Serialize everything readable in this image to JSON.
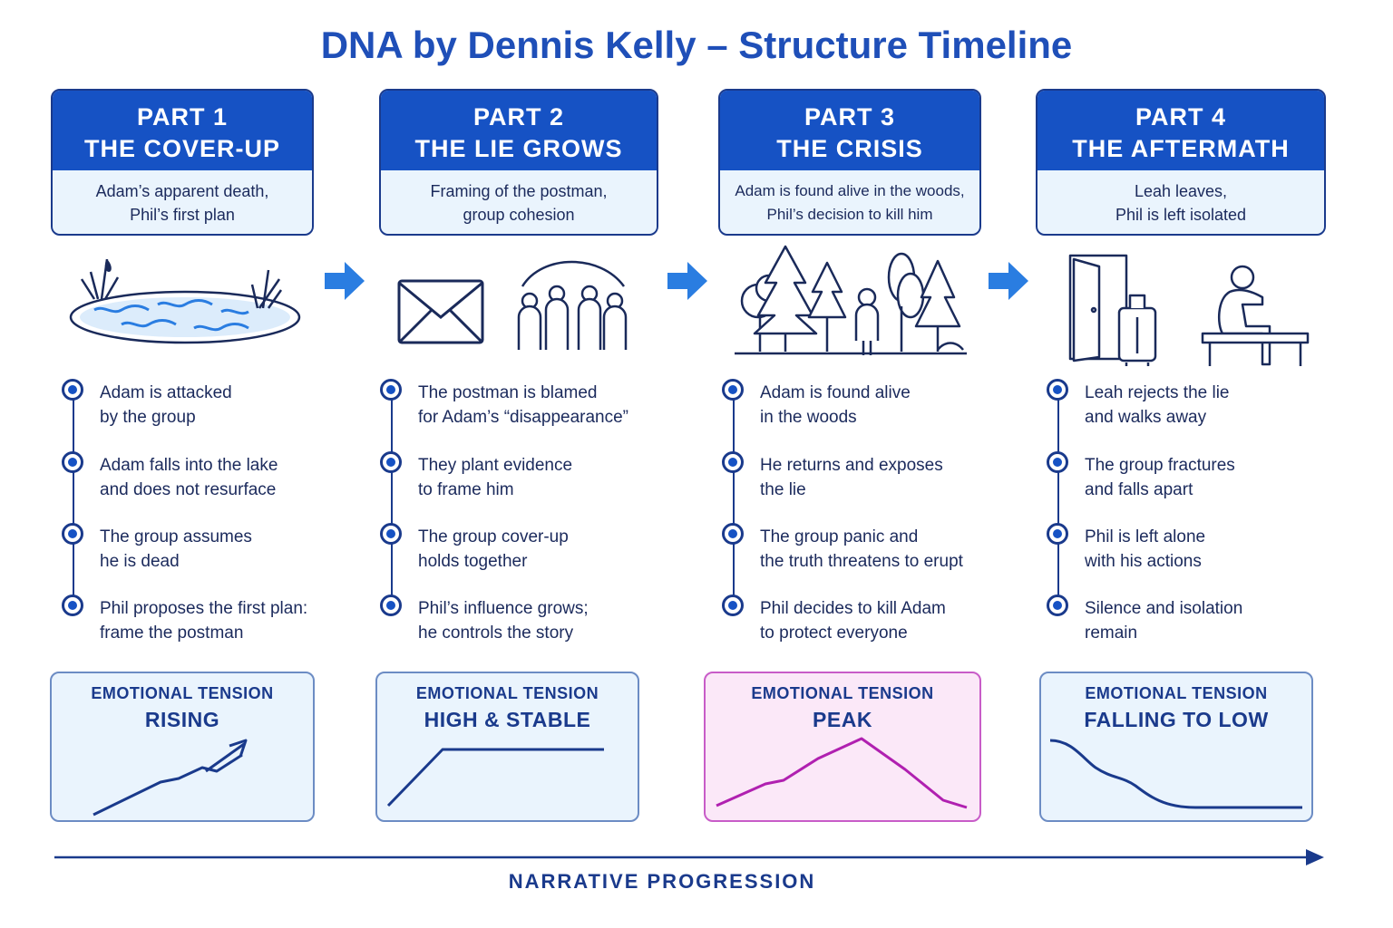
{
  "title": "DNA by Dennis Kelly – Structure Timeline",
  "colors": {
    "primary": "#1652c4",
    "dark": "#1a3a8c",
    "peak": "#b020b0",
    "panel": "#eaf4fd"
  },
  "parts": [
    {
      "number": "PART 1",
      "name": "THE COVER-UP",
      "summary": [
        "Adam’s apparent death,",
        "Phil’s first plan"
      ],
      "illustration": [
        "lake-icon"
      ],
      "events": [
        [
          "Adam is attacked",
          "by the group"
        ],
        [
          "Adam falls into the lake",
          "and does not resurface"
        ],
        [
          "The group assumes",
          "he is dead"
        ],
        [
          "Phil proposes the first plan:",
          "frame the postman"
        ]
      ],
      "tension_label": "EMOTIONAL TENSION",
      "tension": "RISING"
    },
    {
      "number": "PART 2",
      "name": "THE LIE GROWS",
      "summary": [
        "Framing of the postman,",
        "group cohesion"
      ],
      "illustration": [
        "envelope-icon",
        "group-icon"
      ],
      "events": [
        [
          "The postman is blamed",
          "for Adam’s “disappearance”"
        ],
        [
          "They plant evidence",
          "to frame him"
        ],
        [
          "The group cover-up",
          "holds together"
        ],
        [
          "Phil’s influence grows;",
          "he controls the story"
        ]
      ],
      "tension_label": "EMOTIONAL TENSION",
      "tension": "HIGH & STABLE"
    },
    {
      "number": "PART 3",
      "name": "THE CRISIS",
      "summary": [
        "Adam is found alive in the woods,",
        "Phil’s decision to kill him"
      ],
      "illustration": [
        "woods-icon",
        "person-icon"
      ],
      "events": [
        [
          "Adam is found alive",
          "in the woods"
        ],
        [
          "He returns and exposes",
          "the lie"
        ],
        [
          "The group panic and",
          "the truth threatens to erupt"
        ],
        [
          "Phil decides to kill Adam",
          "to protect everyone"
        ]
      ],
      "tension_label": "EMOTIONAL TENSION",
      "tension": "PEAK"
    },
    {
      "number": "PART 4",
      "name": "THE AFTERMATH",
      "summary": [
        "Leah leaves,",
        "Phil is left isolated"
      ],
      "illustration": [
        "door-suitcase-icon",
        "sitting-person-icon"
      ],
      "events": [
        [
          "Leah rejects the lie",
          "and walks away"
        ],
        [
          "The group fractures",
          "and falls apart"
        ],
        [
          "Phil is left alone",
          "with his actions"
        ],
        [
          "Silence and isolation",
          "remain"
        ]
      ],
      "tension_label": "EMOTIONAL TENSION",
      "tension": "FALLING TO LOW"
    }
  ],
  "progress_label": "NARRATIVE PROGRESSION"
}
